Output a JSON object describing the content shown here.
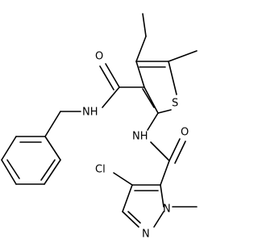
{
  "molecule": {
    "atom_labels": {
      "carbonyl_oxygen_top": "O",
      "amide_nh_benzyl": "NH",
      "thiophene_sulfur": "S",
      "amide_nh_pyrazole": "NH",
      "carbonyl_oxygen_right": "O",
      "chlorine": "Cl",
      "pyrazole_n_methyl": "N",
      "pyrazole_n": "N"
    }
  }
}
